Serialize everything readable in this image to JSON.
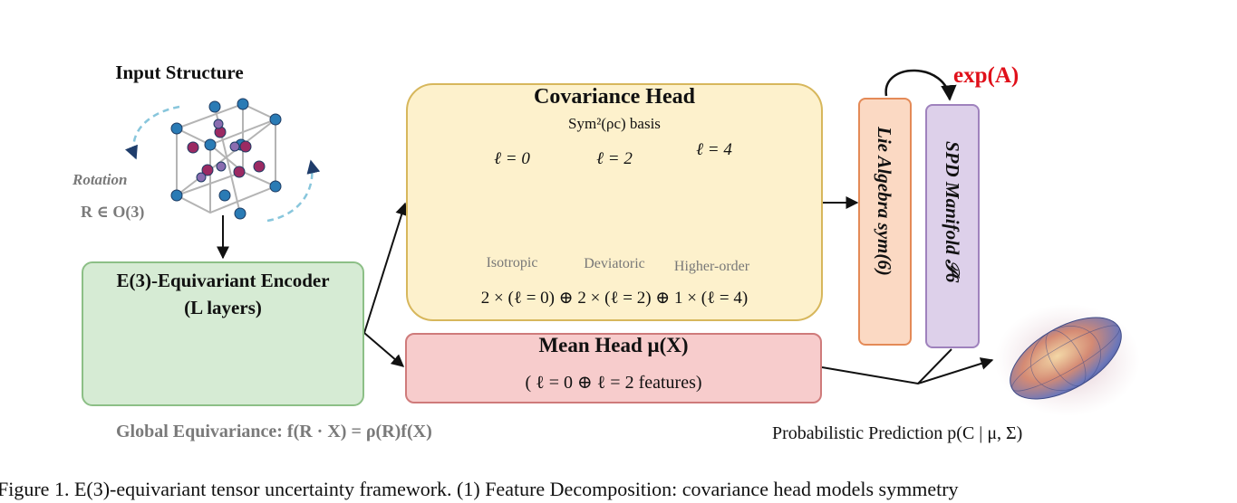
{
  "input": {
    "title": "Input Structure",
    "rotation_label": "Rotation",
    "rotation_math": "R ∈ O(3)"
  },
  "encoder": {
    "title": "E(3)-Equivariant Encoder",
    "subtitle": "(L layers)"
  },
  "global_equivariance": "Global Equivariance: f(R · X) = ρ(R)f(X)",
  "covariance_head": {
    "title": "Covariance Head",
    "basis": "Sym²(ρc) basis",
    "harmonics": [
      {
        "order": "ℓ = 0",
        "caption": "Isotropic"
      },
      {
        "order": "ℓ = 2",
        "caption": "Deviatoric"
      },
      {
        "order": "ℓ = 4",
        "caption": "Higher-order"
      }
    ],
    "decomposition": "2 × (ℓ = 0) ⊕ 2 × (ℓ = 2) ⊕ 1 × (ℓ = 4)"
  },
  "mean_head": {
    "title": "Mean Head μ(X)",
    "subtitle": "( ℓ = 0 ⊕ ℓ = 2 features)"
  },
  "lie_algebra": "Lie Algebra sym(6)",
  "spd_manifold": "SPD Manifold 𝒫6",
  "exp_label": "exp(A)",
  "prediction_label": "Probabilistic Prediction p(C | μ, Σ)",
  "caption": "Figure 1.  E(3)-equivariant tensor uncertainty framework.  (1) Feature Decomposition:  covariance head models symmetry",
  "colors": {
    "encoder_fill": "#d6ebd4",
    "covariance_fill": "#fdf1cc",
    "mean_fill": "#f7cccc",
    "lie_fill": "#fbd9c3",
    "spd_fill": "#ddd0ea",
    "exp_red": "#e0101a"
  }
}
